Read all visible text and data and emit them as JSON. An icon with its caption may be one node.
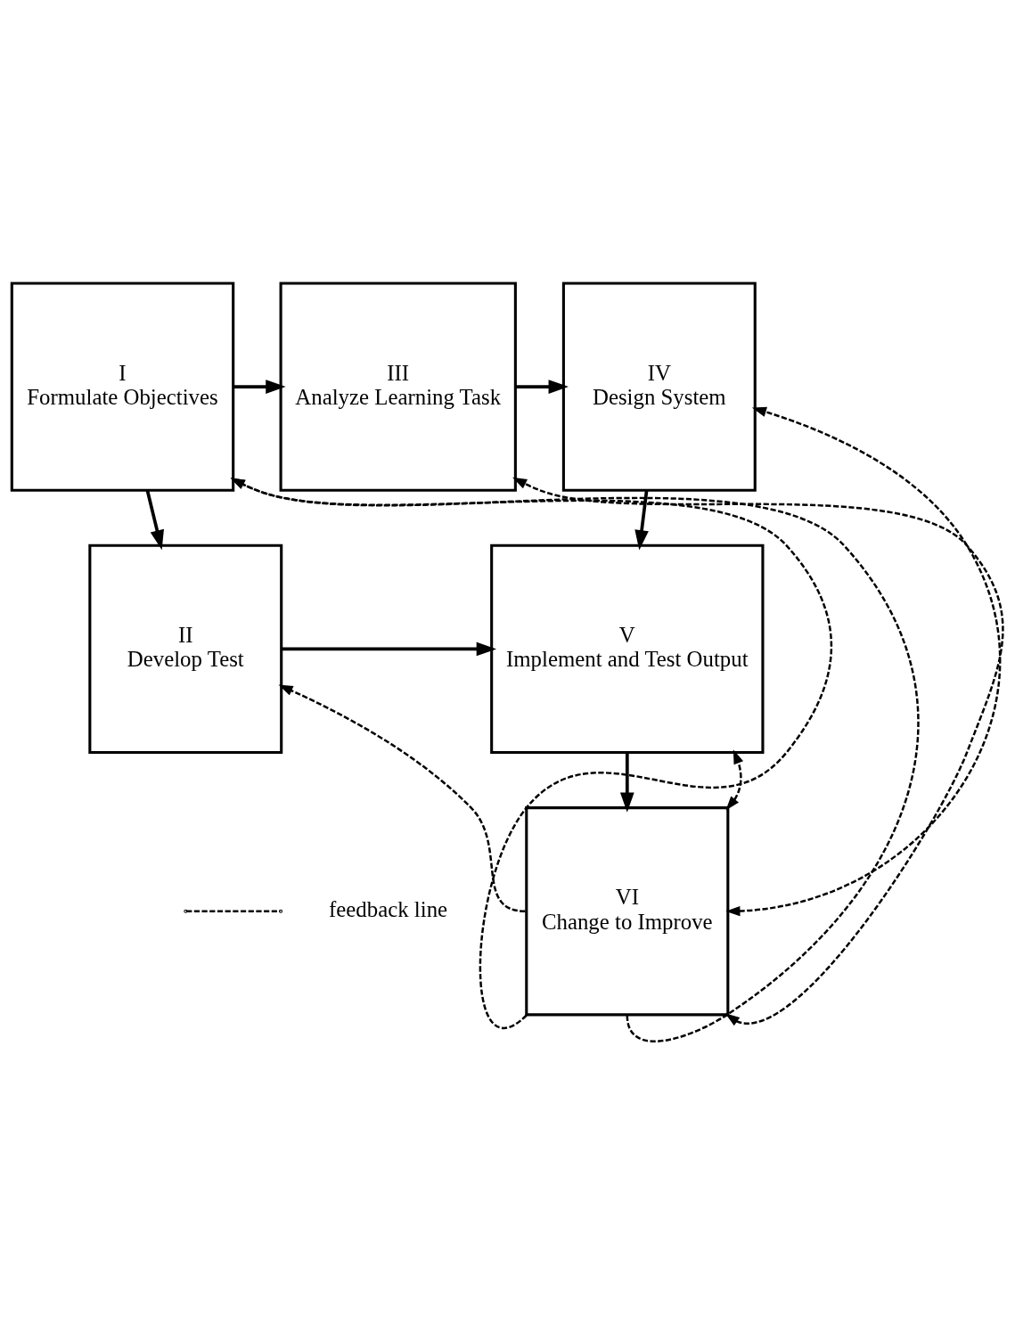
{
  "diagram": {
    "nodes": [
      {
        "text": [
          "I",
          "Formulate Objectives"
        ]
      },
      {
        "text": [
          "III",
          "Analyze Learning Task"
        ]
      },
      {
        "text": [
          "IV",
          "Design System"
        ]
      },
      {
        "text": [
          "II",
          "Develop Test"
        ]
      },
      {
        "text": [
          "V",
          "Implement and Test Output"
        ]
      },
      {
        "text": [
          "VI",
          "Change to Improve"
        ]
      }
    ],
    "edges": [
      {
        "from": 0,
        "to": 1,
        "arrow": "to"
      },
      {
        "from": 1,
        "to": 2,
        "arrow": "to"
      },
      {
        "from": 2,
        "to": 4,
        "arrow": "to"
      },
      {
        "from": 0,
        "to": 3,
        "arrow": "to"
      },
      {
        "from": 3,
        "to": 4,
        "arrow": "to"
      },
      {
        "from": 4,
        "to": 5,
        "arrow": "to"
      },
      {
        "from": 5,
        "to": 0,
        "arrow": "to",
        "style": "dashed"
      },
      {
        "from": 5,
        "to": 3,
        "arrow": "to",
        "style": "dashed"
      },
      {
        "from": 5,
        "to": 0,
        "arrow": "to",
        "style": "dashed"
      },
      {
        "from": 5,
        "to": 1,
        "arrow": "both",
        "style": "dashed"
      },
      {
        "from": 5,
        "to": 2,
        "arrow": "both",
        "style": "dashed"
      },
      {
        "from": 5,
        "to": 4,
        "arrow": "both",
        "style": "dashed"
      }
    ],
    "legend": [
      {
        "text": "feedback line"
      }
    ]
  }
}
